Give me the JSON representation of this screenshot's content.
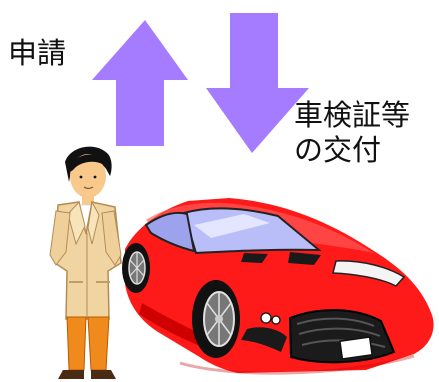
{
  "labels": {
    "apply": "申請",
    "issue_line1": "車検証等",
    "issue_line2": "の交付"
  },
  "colors": {
    "arrow": "#a57cff",
    "car_body": "#ff1a1a",
    "car_dark": "#111111",
    "person_jacket": "#f0d5a3",
    "person_trousers": "#f08a1c"
  },
  "icons": {
    "up_arrow": "upward-arrow-icon",
    "down_arrow": "downward-arrow-icon",
    "person": "person-icon",
    "car": "sports-car-icon"
  }
}
